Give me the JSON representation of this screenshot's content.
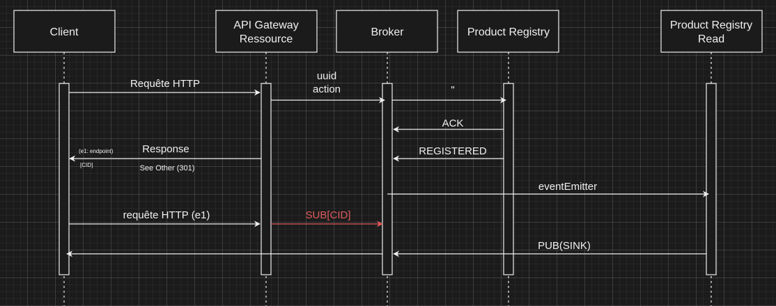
{
  "participants": {
    "client": "Client",
    "api_gateway_line1": "API Gateway",
    "api_gateway_line2": "Ressource",
    "broker": "Broker",
    "product_registry": "Product Registry",
    "product_registry_read_line1": "Product Registry",
    "product_registry_read_line2": "Read"
  },
  "messages": {
    "requete_http": "Requête HTTP",
    "uuid": "uuid",
    "action": "action",
    "quote": "\"",
    "ack": "ACK",
    "registered": "REGISTERED",
    "response": "Response",
    "see_other": "See Other (301)",
    "e1_endpoint": "(e1: endpoint)",
    "cid": "[CID]",
    "event_emitter": "eventEmitter",
    "requete_http_e1": "requête HTTP (e1)",
    "sub_cid": "SUB[CID]",
    "pub_sink": "PUB(SINK)"
  },
  "colors": {
    "background": "#1b1b1b",
    "foreground": "#f0f0f0",
    "highlight": "#e05a5a"
  }
}
